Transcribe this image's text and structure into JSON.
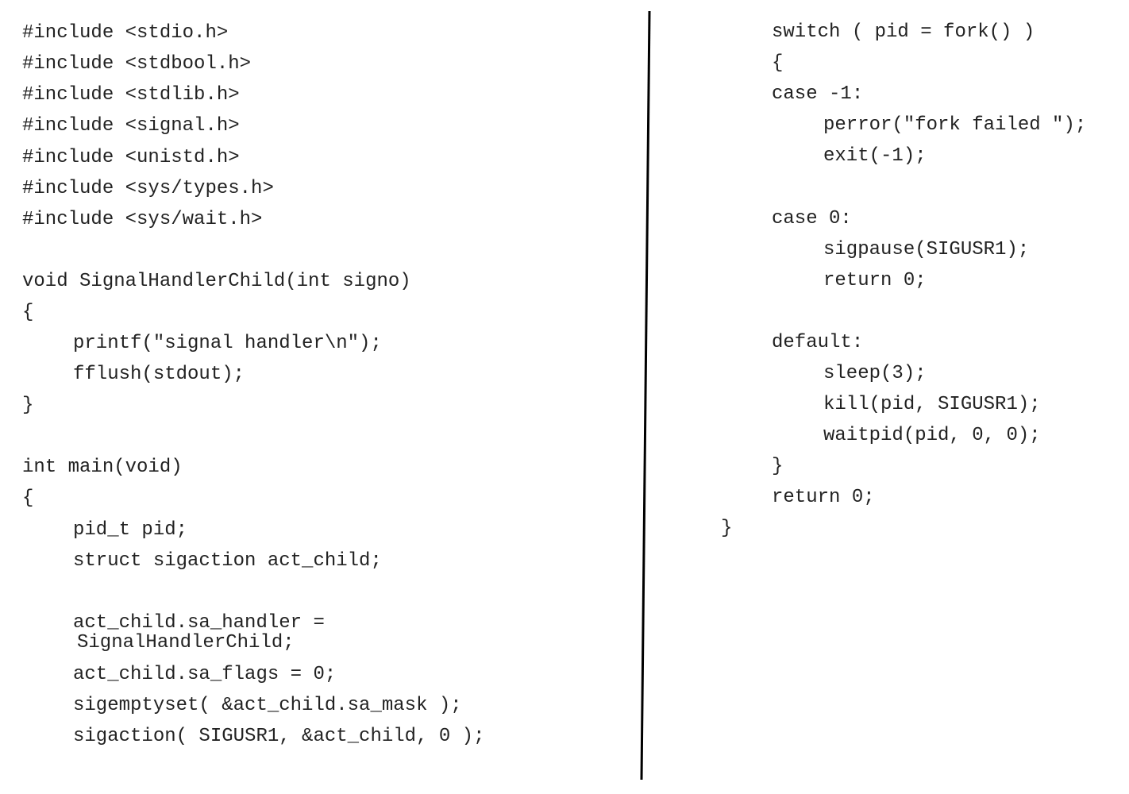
{
  "left_code": [
    "#include <stdio.h>",
    "#include <stdbool.h>",
    "#include <stdlib.h>",
    "#include <signal.h>",
    "#include <unistd.h>",
    "#include <sys/types.h>",
    "#include <sys/wait.h>",
    "void SignalHandlerChild(int signo)",
    "{",
    "printf(\"signal handler\\n\");",
    "fflush(stdout);",
    "}",
    "int main(void)",
    "{",
    "pid_t pid;",
    "struct sigaction act_child;",
    "act_child.sa_handler =",
    "SignalHandlerChild;",
    "act_child.sa_flags = 0;",
    "sigemptyset( &act_child.sa_mask );",
    "sigaction( SIGUSR1, &act_child, 0 );"
  ],
  "right_code": [
    "switch ( pid = fork() )",
    "{",
    "case -1:",
    "perror(\"fork failed \");",
    "exit(-1);",
    "case 0:",
    "sigpause(SIGUSR1);",
    "return 0;",
    "default:",
    "sleep(3);",
    "kill(pid, SIGUSR1);",
    "waitpid(pid, 0, 0);",
    "}",
    "return 0;",
    "}"
  ]
}
